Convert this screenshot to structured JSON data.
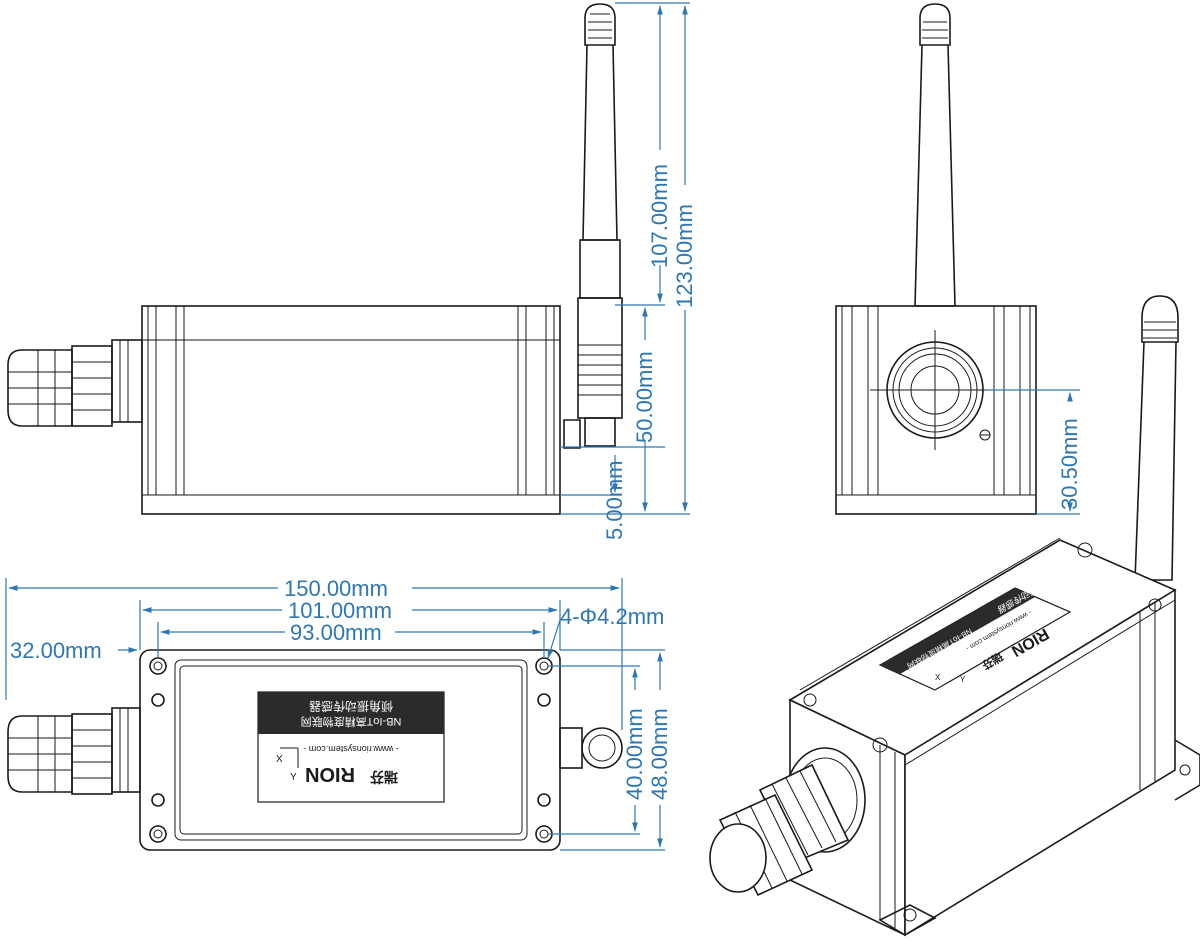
{
  "dimensions": {
    "antenna_length": "107.00mm",
    "total_height": "123.00mm",
    "body_height": "50.00mm",
    "base_offset": "5.00mm",
    "side_connector_height": "30.50mm",
    "total_length": "150.00mm",
    "mount_hole_spacing": "101.00mm",
    "inner_spacing": "93.00mm",
    "gland_length": "32.00mm",
    "hole_spec": "4-Φ4.2mm",
    "hole_row_spacing": "40.00mm",
    "body_width": "48.00mm"
  },
  "label_top": {
    "line1": "倾角振动传感器",
    "line2": "NB-IoT高精度物联网",
    "website": "- www.rionsystem.com -",
    "brand": "RION",
    "brand_cn": "瑞芬",
    "axis_x": "X",
    "axis_y": "Y"
  },
  "label_iso": {
    "line1": "倾角振动传感器",
    "line2": "NB-IoT高精度物联网",
    "website": "- www.rionsystem.com -",
    "brand": "RION",
    "brand_cn": "瑞芬",
    "axis_x": "X",
    "axis_y": "Y"
  },
  "colors": {
    "dimension": "#2e77b5",
    "outline": "#1a1a1a",
    "label_bg": "#2b2b2b"
  }
}
